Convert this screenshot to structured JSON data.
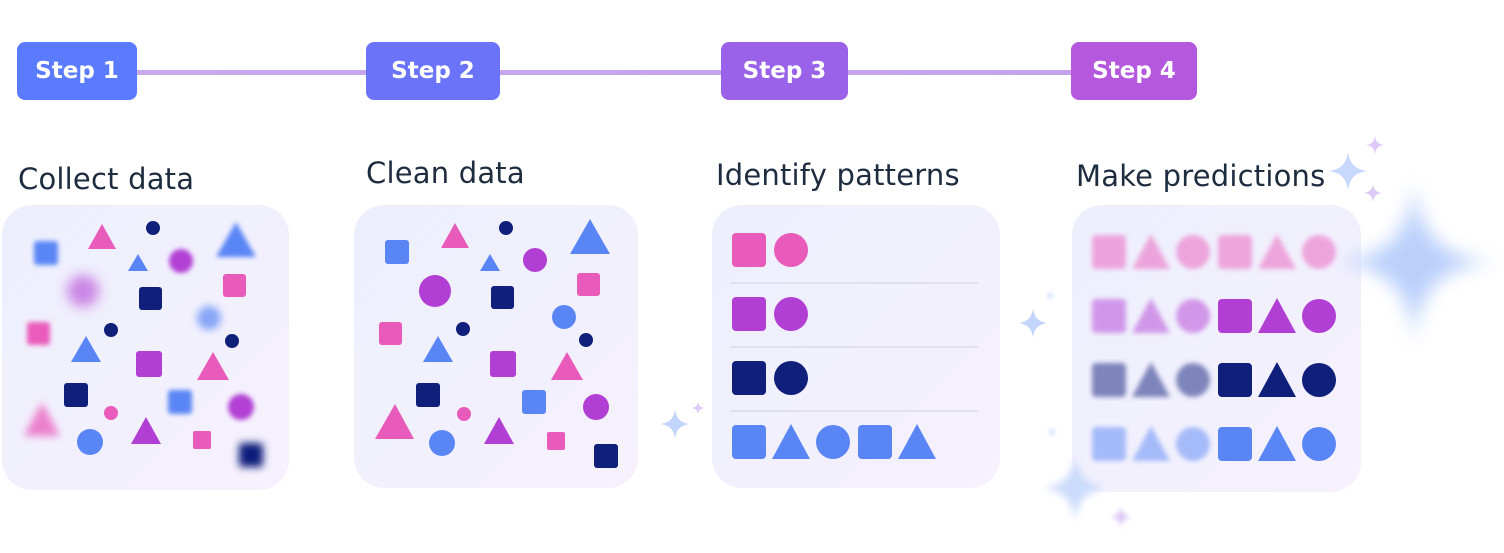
{
  "steps": [
    {
      "label": "Step 1",
      "title": "Collect data",
      "color": "#5b7bff"
    },
    {
      "label": "Step 2",
      "title": "Clean data",
      "color": "#6b74f8"
    },
    {
      "label": "Step 3",
      "title": "Identify patterns",
      "color": "#9a62e8"
    },
    {
      "label": "Step 4",
      "title": "Make predictions",
      "color": "#b458de"
    }
  ],
  "palette": {
    "pink": "#e95bbb",
    "magenta": "#b23fd4",
    "navy": "#0f1f7a",
    "blue": "#5a86f5",
    "connector": "#cba7ec",
    "sparkle": "#aec6fb",
    "card_top": "#eef0fd",
    "card_bottom": "#f5f1fd"
  },
  "pattern_rows": [
    {
      "color": "pink",
      "shapes": [
        "square",
        "circle"
      ]
    },
    {
      "color": "magenta",
      "shapes": [
        "square",
        "circle"
      ]
    },
    {
      "color": "navy",
      "shapes": [
        "square",
        "circle"
      ]
    },
    {
      "color": "blue",
      "shapes": [
        "square",
        "triangle",
        "circle",
        "square",
        "triangle"
      ]
    }
  ],
  "prediction_rows": [
    {
      "color": "pink",
      "known": [
        "square",
        "triangle",
        "circle"
      ],
      "predicted": [
        "square",
        "triangle",
        "circle"
      ],
      "predicted_faded": true
    },
    {
      "color": "magenta",
      "known": [
        "square",
        "triangle",
        "circle"
      ],
      "predicted": [
        "square",
        "triangle",
        "circle"
      ],
      "predicted_faded": false
    },
    {
      "color": "navy",
      "known": [
        "square",
        "triangle",
        "circle"
      ],
      "predicted": [
        "square",
        "triangle",
        "circle"
      ],
      "predicted_faded": false
    },
    {
      "color": "blue",
      "known": [
        "square",
        "triangle",
        "circle"
      ],
      "predicted": [
        "square",
        "triangle",
        "circle"
      ],
      "predicted_faded": false
    }
  ]
}
